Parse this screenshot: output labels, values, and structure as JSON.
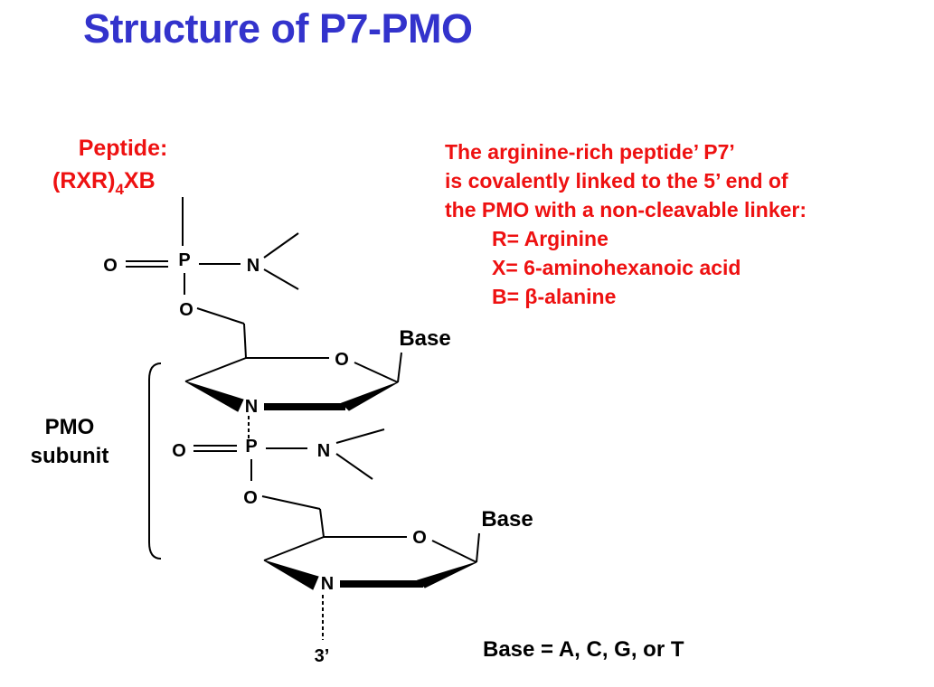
{
  "title": "Structure of P7-PMO",
  "peptide": {
    "line1": "Peptide:",
    "line2_a": "(RXR)",
    "line2_sub": "4",
    "line2_b": "XB"
  },
  "description": {
    "lines": [
      "The arginine-rich peptide’ P7’",
      "is covalently linked to the 5’ end of",
      "the PMO with a non-cleavable linker:"
    ],
    "definitions": [
      "R= Arginine",
      "X= 6-aminohexanoic acid",
      "B= β-alanine"
    ]
  },
  "atoms": {
    "oxygen": "O",
    "phosphorus": "P",
    "nitrogen": "N"
  },
  "base_label": "Base",
  "pmo_subunit": {
    "line1": "PMO",
    "line2": "subunit"
  },
  "three_prime": "3’",
  "base_legend": "Base = A, C, G, or T",
  "colors": {
    "title": "#3333cc",
    "highlight": "#ee1111",
    "structure": "#000000"
  }
}
